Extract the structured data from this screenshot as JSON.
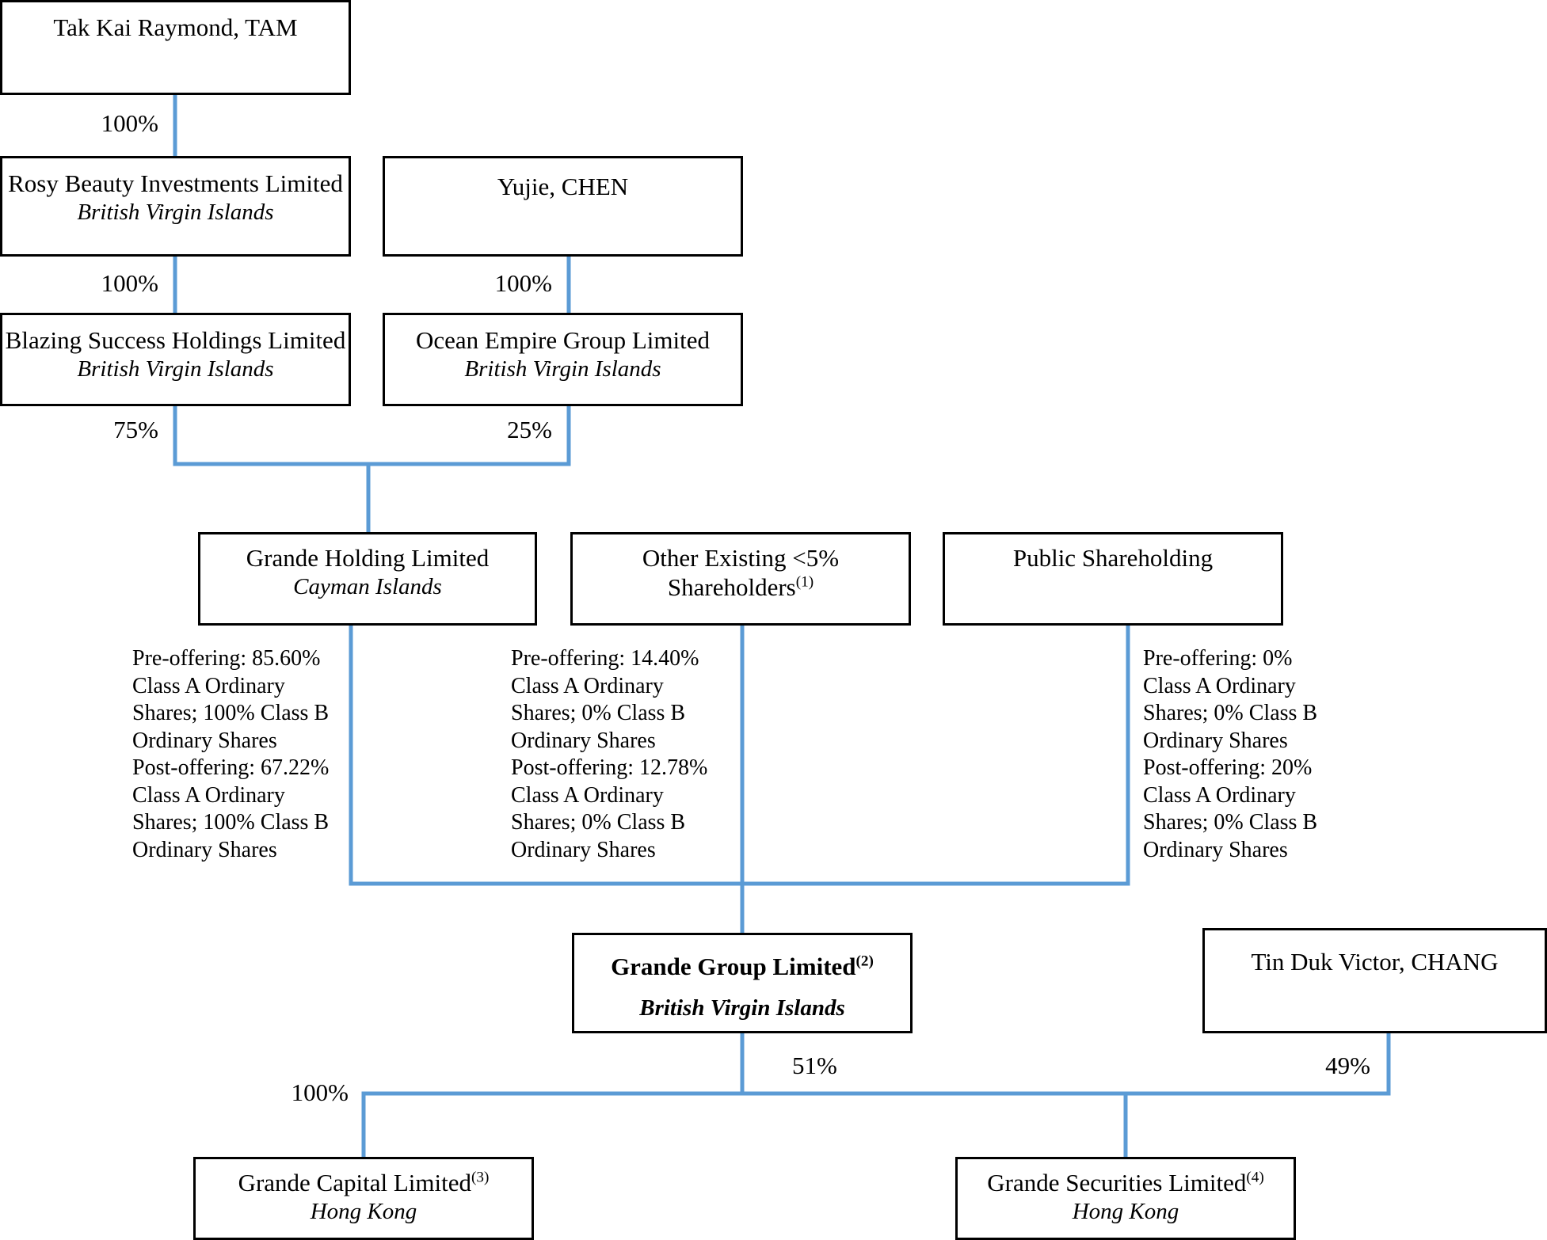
{
  "diagram": {
    "type": "corporate-ownership-structure",
    "connector_color": "#5B9BD5",
    "box_border_color": "#000000",
    "background": "#FFFFFF"
  },
  "nodes": {
    "tam": {
      "title": "Tak Kai Raymond, TAM",
      "jurisdiction": ""
    },
    "rosy": {
      "title": "Rosy Beauty Investments Limited",
      "jurisdiction": "British Virgin Islands"
    },
    "chen": {
      "title": "Yujie, CHEN",
      "jurisdiction": ""
    },
    "blazing": {
      "title": "Blazing Success Holdings Limited",
      "jurisdiction": "British Virgin Islands"
    },
    "ocean": {
      "title": "Ocean Empire Group Limited",
      "jurisdiction": "British Virgin Islands"
    },
    "grande_holding": {
      "title": "Grande Holding Limited",
      "jurisdiction": "Cayman Islands"
    },
    "other_existing": {
      "title_line1": "Other Existing <5%",
      "title_line2": "Shareholders",
      "title_sup": "(1)",
      "jurisdiction": ""
    },
    "public": {
      "title": "Public Shareholding",
      "jurisdiction": ""
    },
    "grande_group": {
      "title": "Grande Group Limited",
      "title_sup": "(2)",
      "jurisdiction": "British Virgin Islands"
    },
    "chang": {
      "title": "Tin Duk Victor, CHANG",
      "jurisdiction": ""
    },
    "grande_capital": {
      "title": "Grande Capital Limited",
      "title_sup": "(3)",
      "jurisdiction": "Hong Kong"
    },
    "grande_securities": {
      "title": "Grande Securities Limited",
      "title_sup": "(4)",
      "jurisdiction": "Hong Kong"
    }
  },
  "percent_labels": {
    "tam_to_rosy": "100%",
    "rosy_to_blazing": "100%",
    "chen_to_ocean": "100%",
    "blazing_to_grande_holding": "75%",
    "ocean_to_grande_holding": "25%",
    "grande_group_to_capital": "100%",
    "grande_group_to_securities": "51%",
    "chang_to_securities": "49%"
  },
  "notes": {
    "grande_holding": "Pre-offering: 85.60%\nClass A Ordinary\nShares; 100% Class B\nOrdinary Shares\nPost-offering: 67.22%\nClass A Ordinary\nShares; 100% Class B\nOrdinary Shares",
    "other_existing": "Pre-offering: 14.40%\nClass A Ordinary\nShares; 0% Class B\nOrdinary Shares\nPost-offering: 12.78%\nClass A Ordinary\nShares; 0% Class B\nOrdinary Shares",
    "public": "Pre-offering: 0%\nClass A Ordinary\nShares; 0% Class B\nOrdinary Shares\nPost-offering: 20%\nClass A Ordinary\nShares; 0% Class B\nOrdinary Shares"
  }
}
